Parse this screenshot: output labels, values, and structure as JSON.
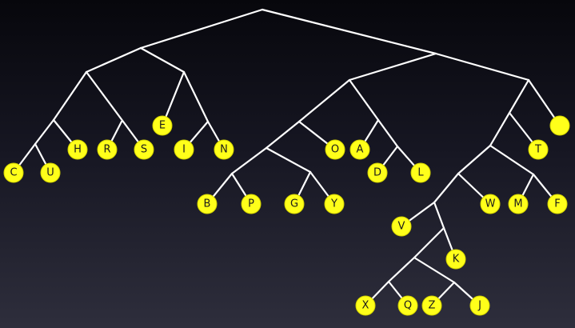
{
  "tree": {
    "node_color": "#ffff1a",
    "edge_color": "#ffffff",
    "label_color": "#1a1a1a",
    "root": {
      "children": [
        {
          "children": [
            {
              "children": [
                {
                  "children": [
                    {
                      "label": "C"
                    },
                    {
                      "label": "U"
                    }
                  ]
                },
                {
                  "label": "H"
                }
              ]
            },
            {
              "children": [
                {
                  "label": "R"
                },
                {
                  "label": "S"
                }
              ]
            },
            {
              "children": [
                {
                  "label": "E"
                },
                {
                  "children": [
                    {
                      "label": "I"
                    },
                    {
                      "label": "N"
                    }
                  ]
                }
              ]
            }
          ]
        },
        {
          "children": [
            {
              "children": [
                {
                  "children": [
                    {
                      "children": [
                        {
                          "label": "B"
                        },
                        {
                          "label": "P"
                        }
                      ]
                    },
                    {
                      "children": [
                        {
                          "label": "G"
                        },
                        {
                          "label": "Y"
                        }
                      ]
                    }
                  ]
                },
                {
                  "label": "O"
                }
              ]
            },
            {
              "children": [
                {
                  "label": "A"
                },
                {
                  "children": [
                    {
                      "label": "D"
                    },
                    {
                      "label": "L"
                    }
                  ]
                }
              ]
            }
          ]
        },
        {
          "children": [
            {
              "children": [
                {
                  "children": [
                    {
                      "children": [
                        {
                          "label": "V"
                        },
                        {
                          "children": [
                            {
                              "children": [
                                {
                                  "children": [
                                    {
                                      "label": "X"
                                    },
                                    {
                                      "label": "Q"
                                    }
                                  ]
                                },
                                {
                                  "children": [
                                    {
                                      "label": "Z"
                                    },
                                    {
                                      "label": "J"
                                    }
                                  ]
                                }
                              ]
                            },
                            {
                              "label": "K"
                            }
                          ]
                        }
                      ]
                    },
                    {
                      "label": "W"
                    }
                  ]
                },
                {
                  "children": [
                    {
                      "label": "M"
                    },
                    {
                      "label": "F"
                    }
                  ]
                }
              ]
            },
            {
              "label": "T"
            }
          ]
        },
        {
          "label": ""
        }
      ]
    }
  }
}
